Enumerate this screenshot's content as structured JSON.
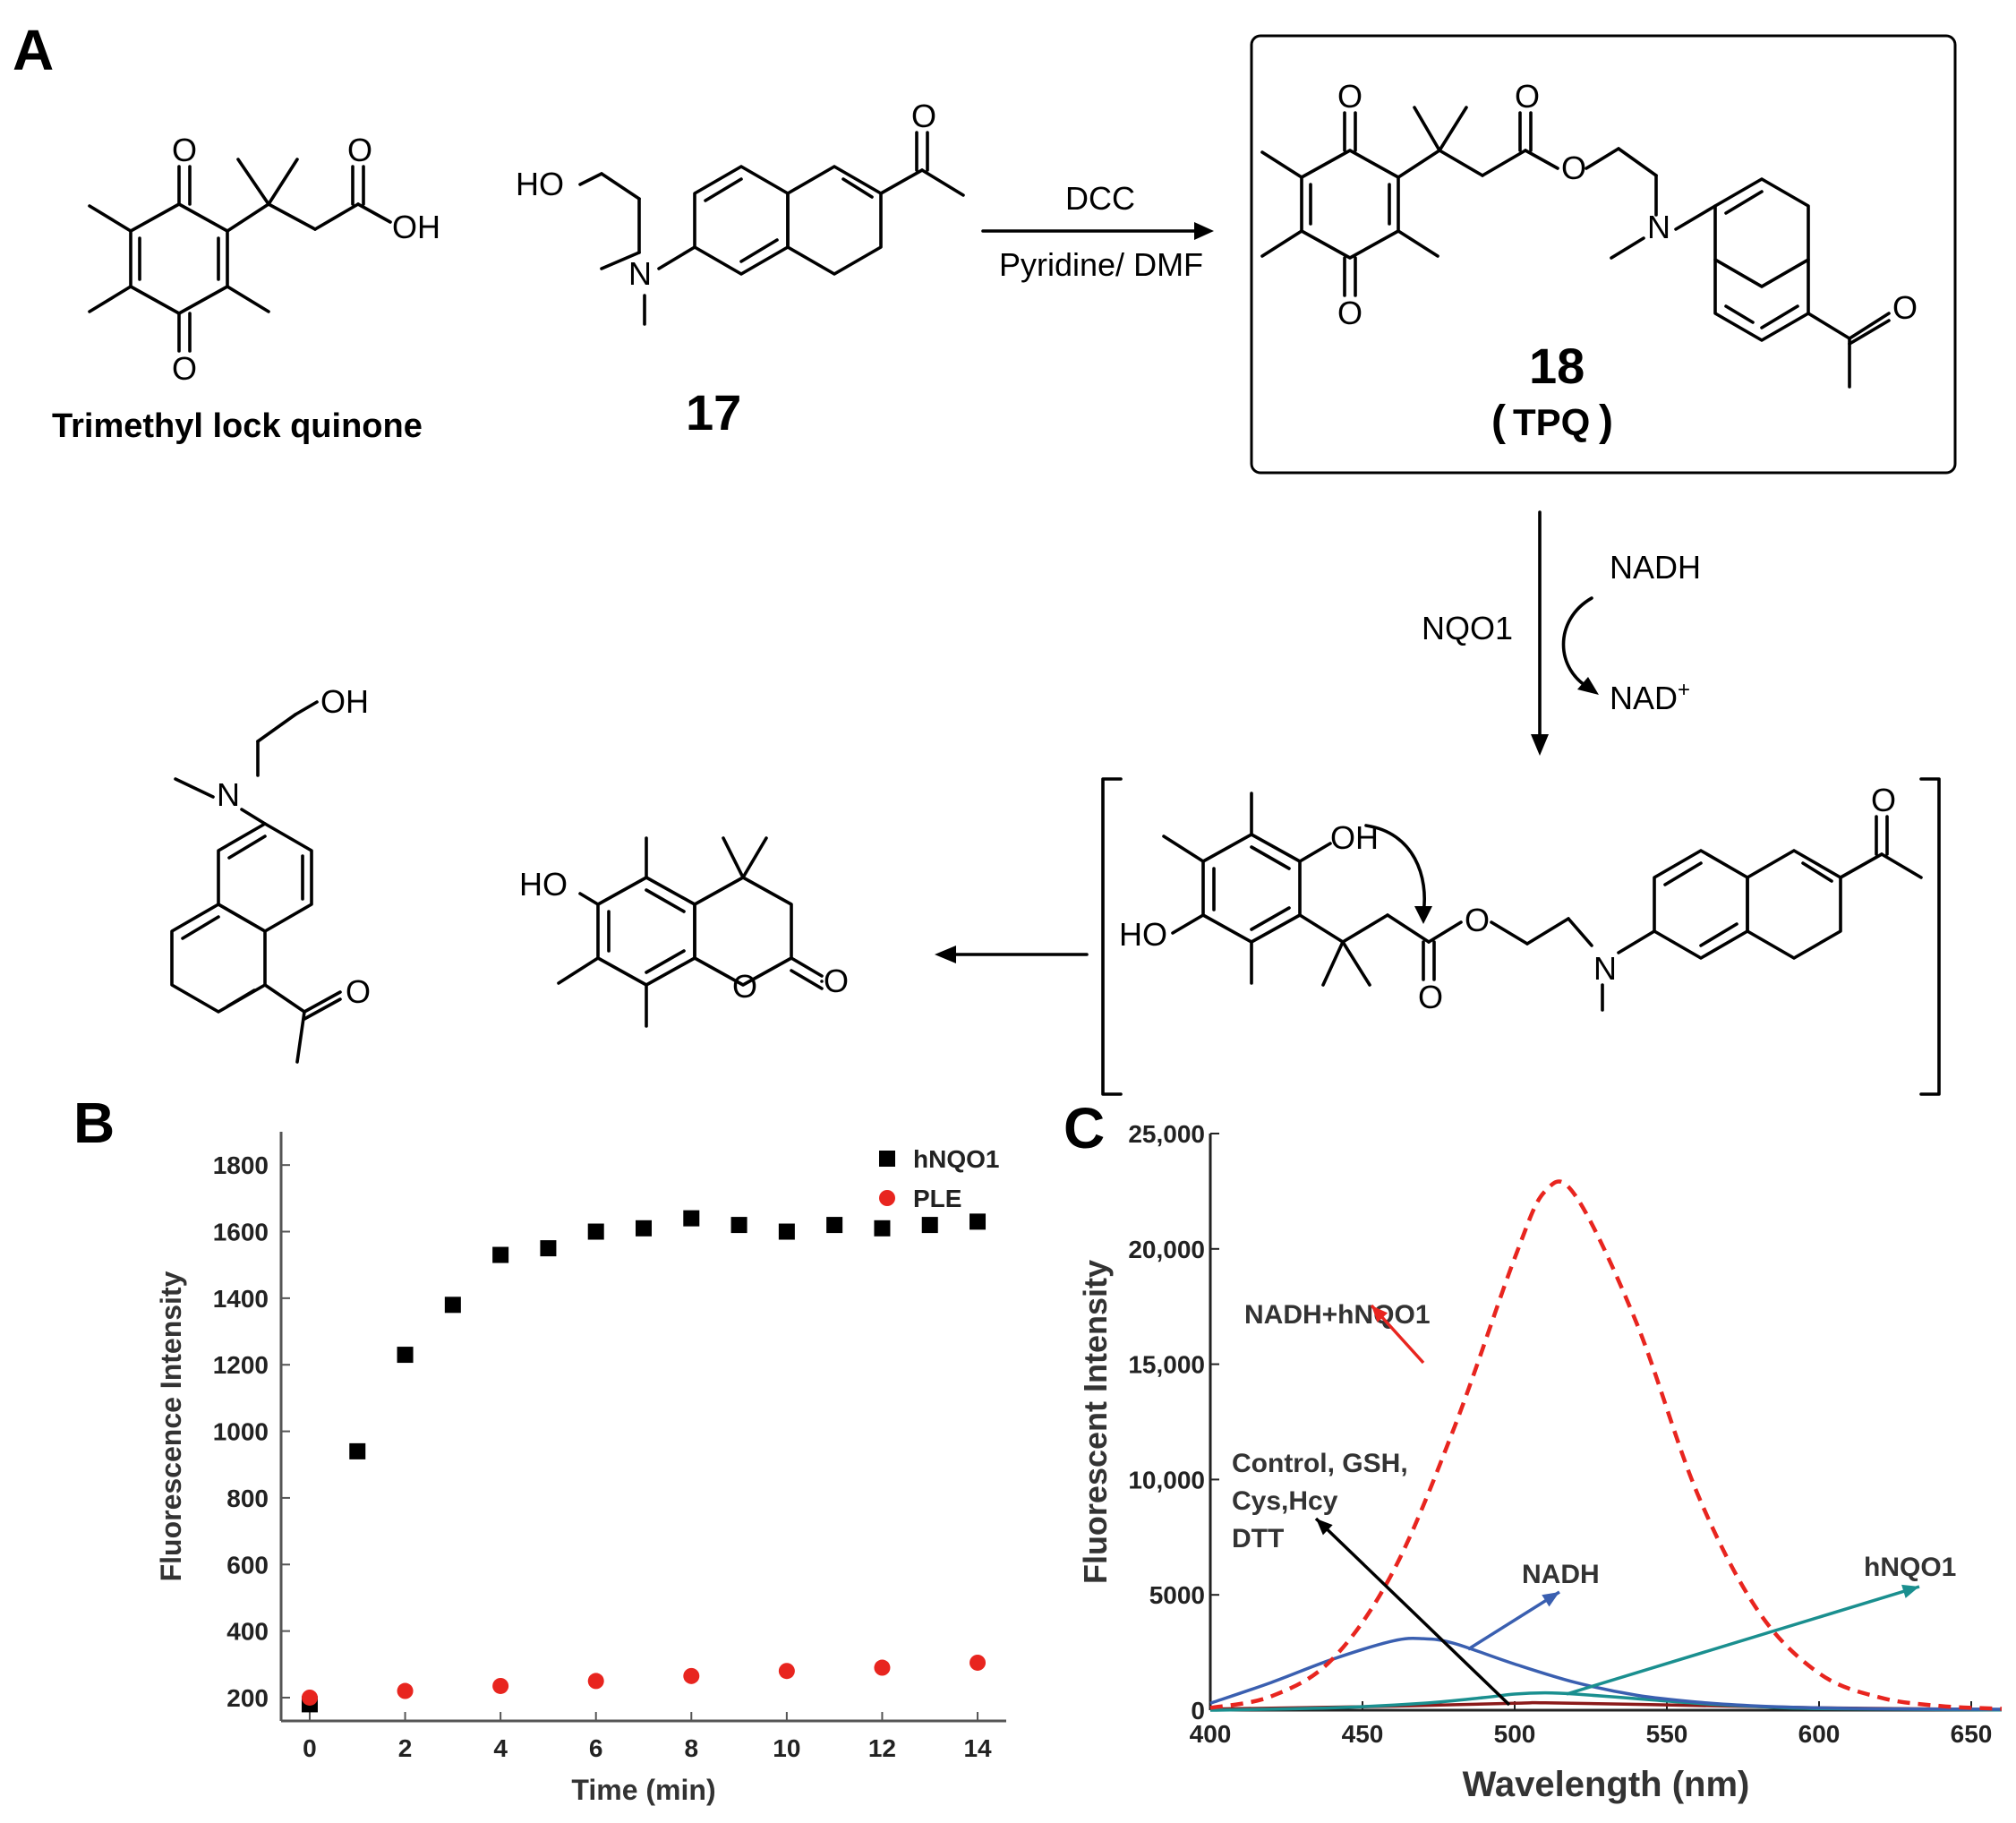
{
  "panels": {
    "a": "A",
    "b": "B",
    "c": "C"
  },
  "scheme": {
    "reagents_top": "DCC",
    "reagents_bottom": "Pyridine/ DMF",
    "label_trimethyl": "Trimethyl lock quinone",
    "label_17": "17",
    "label_18": "18",
    "label_tpq": "TPQ",
    "enzyme": "NQO1",
    "cofactor_in": "NADH",
    "cofactor_out": "NAD",
    "cofactor_out_sup": "+",
    "atom_O": "O",
    "atom_OH": "OH",
    "atom_HO": "HO",
    "atom_N": "N"
  },
  "chart_data": [
    {
      "type": "scatter",
      "xlabel": "Time (min)",
      "ylabel": "Fluorescence Intensity",
      "xlim": [
        -0.6,
        14.6
      ],
      "ylim": [
        130,
        1900
      ],
      "xticks": [
        0,
        2,
        4,
        6,
        8,
        10,
        12,
        14
      ],
      "yticks": [
        200,
        400,
        600,
        800,
        1000,
        1200,
        1400,
        1600,
        1800
      ],
      "legend_position": "top-right",
      "series": [
        {
          "name": "hNQO1",
          "color": "#000000",
          "marker": "square",
          "x": [
            0,
            1,
            2,
            3,
            4,
            5,
            6,
            7,
            8,
            9,
            10,
            11,
            12,
            13,
            14
          ],
          "y": [
            180,
            940,
            1230,
            1380,
            1530,
            1550,
            1600,
            1610,
            1640,
            1620,
            1600,
            1620,
            1610,
            1620,
            1630
          ]
        },
        {
          "name": "PLE",
          "color": "#e8251f",
          "marker": "circle",
          "x": [
            0,
            2,
            4,
            6,
            8,
            10,
            12,
            14
          ],
          "y": [
            200,
            220,
            235,
            250,
            265,
            280,
            290,
            305
          ]
        }
      ]
    },
    {
      "type": "line",
      "xlabel": "Wavelength (nm)",
      "ylabel": "Fluorescent Intensity",
      "xlim": [
        400,
        660
      ],
      "ylim": [
        0,
        25000
      ],
      "xticks": [
        400,
        450,
        500,
        550,
        600,
        650
      ],
      "yticks": [
        0,
        5000,
        10000,
        15000,
        20000,
        25000
      ],
      "ytick_labels": [
        "0",
        "5000",
        "10,000",
        "15,000",
        "20,000",
        "25,000"
      ],
      "series": [
        {
          "name": "NADH+hNQO1",
          "color": "#e8251f",
          "dashed": true,
          "x": [
            400,
            420,
            440,
            460,
            480,
            500,
            510,
            520,
            540,
            560,
            580,
            600,
            620,
            640,
            660
          ],
          "y": [
            100,
            600,
            2200,
            6000,
            12200,
            19600,
            22500,
            22300,
            16800,
            9400,
            4300,
            1600,
            550,
            180,
            60
          ]
        },
        {
          "name": "NADH",
          "color": "#3a5fb0",
          "dashed": false,
          "x": [
            400,
            420,
            440,
            460,
            470,
            480,
            500,
            520,
            540,
            560,
            580,
            600,
            620,
            660
          ],
          "y": [
            300,
            1200,
            2200,
            3000,
            3100,
            2900,
            2000,
            1200,
            650,
            350,
            180,
            100,
            60,
            40
          ]
        },
        {
          "name": "hNQO1",
          "color": "#1a8f8f",
          "dashed": false,
          "x": [
            400,
            440,
            470,
            490,
            500,
            510,
            520,
            540,
            560,
            580,
            600,
            660
          ],
          "y": [
            0,
            100,
            300,
            550,
            700,
            750,
            700,
            500,
            300,
            160,
            70,
            10
          ]
        },
        {
          "name": "Control, GSH, Cys,Hcy DTT",
          "color": "#8b1a1a",
          "dashed": false,
          "x": [
            400,
            450,
            500,
            510,
            550,
            600,
            660
          ],
          "y": [
            50,
            150,
            300,
            320,
            230,
            100,
            30
          ]
        }
      ],
      "annotations": {
        "nadh_hnqo1": "NADH+hNQO1",
        "control_line1": "Control, GSH,",
        "control_line2": "Cys,Hcy",
        "control_line3": "DTT",
        "nadh": "NADH",
        "hnqo1": "hNQO1"
      }
    }
  ]
}
